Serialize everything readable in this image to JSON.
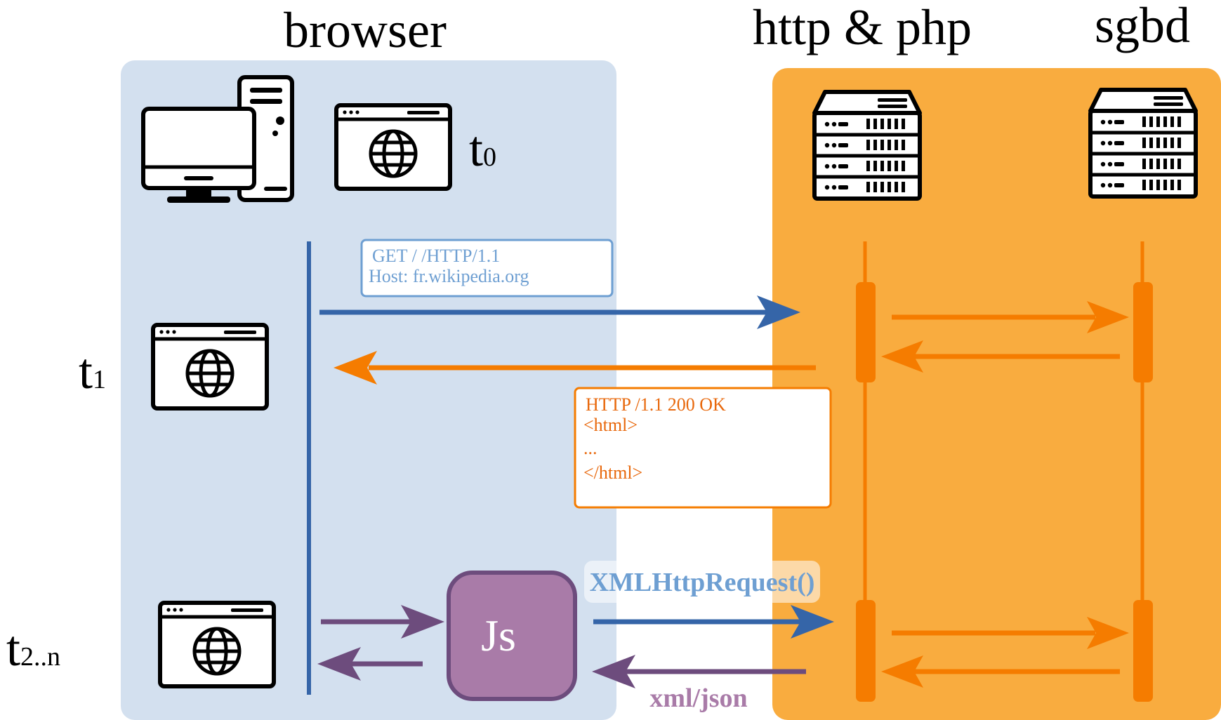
{
  "headers": {
    "browser": "browser",
    "server": "http & php",
    "db": "sgbd"
  },
  "time_labels": {
    "t0": {
      "base": "t",
      "sub": "0"
    },
    "t1": {
      "base": "t",
      "sub": "1"
    },
    "t2": {
      "base": "t",
      "sub": "2..n"
    }
  },
  "request_box": {
    "line1": "GET / /HTTP/1.1",
    "line2": "Host: fr.wikipedia.org"
  },
  "response_box": {
    "line1": "HTTP /1.1 200 OK",
    "line2": "<html>",
    "line3": "...",
    "line4": "</html>"
  },
  "js_label": "Js",
  "xhr_label": "XMLHttpRequest()",
  "xml_label": "xml/json",
  "icons": {
    "desktop": "desktop-computer-icon",
    "browser_window": "browser-window-icon",
    "server": "server-rack-icon"
  },
  "colors": {
    "browser_zone": "#d3e0ef",
    "server_zone": "#f9ac3f",
    "blue": "#3565a8",
    "orange": "#f57c00",
    "purple": "#6d4c7d",
    "js_fill": "#a97ba8",
    "req_text": "#6e9fd2",
    "resp_text": "#e8680c",
    "xhr_text": "#6e9fd2",
    "xml_text": "#a97ba8"
  }
}
